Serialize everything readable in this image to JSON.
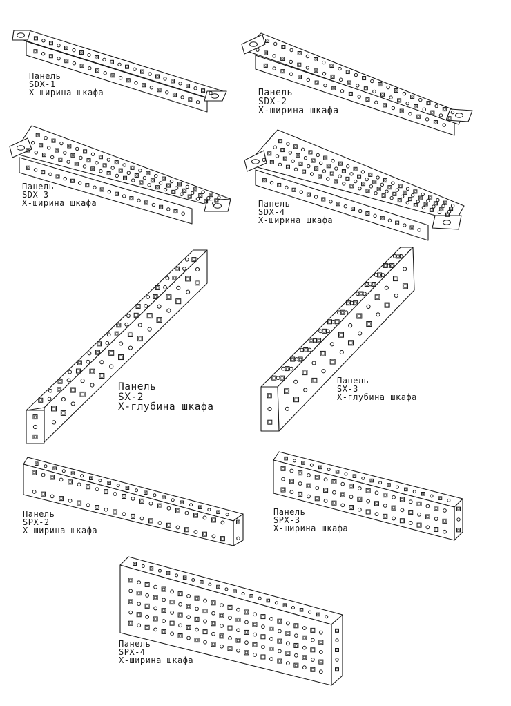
{
  "figure": {
    "ink": "#1a1a1a",
    "paper": "#ffffff",
    "hole_shapes": [
      "square-hole",
      "round-hole"
    ]
  },
  "labels": {
    "sdx1": {
      "kind": "Панель",
      "model": "SDX-1",
      "note": "X-ширина шкафа"
    },
    "sdx2": {
      "kind": "Панель",
      "model": "SDX-2",
      "note": "X-ширина шкафа"
    },
    "sdx3": {
      "kind": "Панель",
      "model": "SDX-3",
      "note": "X-ширина шкафа"
    },
    "sdx4": {
      "kind": "Панель",
      "model": "SDX-4",
      "note": "X-ширина шкафа"
    },
    "sx2": {
      "kind": "Панель",
      "model": "SX-2",
      "note": "X-глубина шкафа"
    },
    "sx3": {
      "kind": "Панель",
      "model": "SX-3",
      "note": "X-глубина шкафа"
    },
    "spx2": {
      "kind": "Панель",
      "model": "SPX-2",
      "note": "X-ширина шкафа"
    },
    "spx3": {
      "kind": "Панель",
      "model": "SPX-3",
      "note": "X-ширина шкафа"
    },
    "spx4": {
      "kind": "Панель",
      "model": "SPX-4",
      "note": "X-ширина шкафа"
    }
  },
  "panels": [
    {
      "id": "sdx1",
      "type": "rack-flange",
      "hole_rows": 1
    },
    {
      "id": "sdx2",
      "type": "rack-flange",
      "hole_rows": 2
    },
    {
      "id": "sdx3",
      "type": "rack-flange",
      "hole_rows": 3
    },
    {
      "id": "sdx4",
      "type": "rack-flange",
      "hole_rows": 4
    },
    {
      "id": "sx2",
      "type": "box-rail",
      "hole_rows": 2
    },
    {
      "id": "sx3",
      "type": "box-rail",
      "hole_rows": 3
    },
    {
      "id": "spx2",
      "type": "box-panel",
      "hole_rows": 2
    },
    {
      "id": "spx3",
      "type": "box-panel",
      "hole_rows": 3
    },
    {
      "id": "spx4",
      "type": "box-panel",
      "hole_rows": 4
    }
  ]
}
